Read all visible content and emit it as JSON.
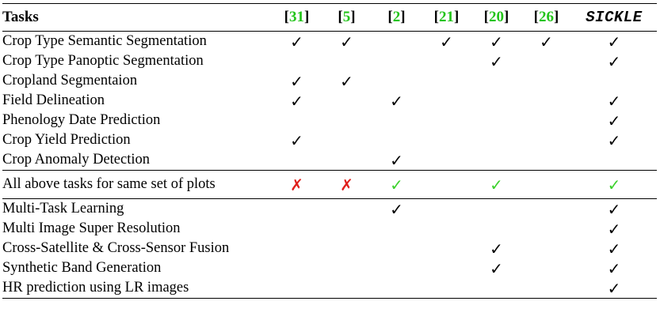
{
  "columns": [
    {
      "key": "tasks",
      "label": "Tasks"
    },
    {
      "key": "c31",
      "open": "[",
      "num": "31",
      "close": "]"
    },
    {
      "key": "c5",
      "open": "[",
      "num": "5",
      "close": "]"
    },
    {
      "key": "c2",
      "open": "[",
      "num": "2",
      "close": "]"
    },
    {
      "key": "c21",
      "open": "[",
      "num": "21",
      "close": "]"
    },
    {
      "key": "c20",
      "open": "[",
      "num": "20",
      "close": "]"
    },
    {
      "key": "c26",
      "open": "[",
      "num": "26",
      "close": "]"
    },
    {
      "key": "sickle",
      "label": "SICKLE"
    }
  ],
  "marks": {
    "check": "✓",
    "cross": "✗"
  },
  "colors": {
    "citation": "#23c41a",
    "green_check": "#3cd12c",
    "red_cross": "#e0201c"
  },
  "sections": [
    {
      "rows": [
        {
          "task": "Crop Type Semantic Segmentation",
          "cells": [
            "check",
            "check",
            "",
            "check",
            "check",
            "check",
            "check"
          ]
        },
        {
          "task": "Crop Type Panoptic Segmentation",
          "cells": [
            "",
            "",
            "",
            "",
            "check",
            "",
            "check"
          ]
        },
        {
          "task": "Cropland Segmentaion",
          "cells": [
            "check",
            "check",
            "",
            "",
            "",
            "",
            ""
          ]
        },
        {
          "task": "Field Delineation",
          "cells": [
            "check",
            "",
            "check",
            "",
            "",
            "",
            "check"
          ]
        },
        {
          "task": "Phenology Date Prediction",
          "cells": [
            "",
            "",
            "",
            "",
            "",
            "",
            "check"
          ]
        },
        {
          "task": "Crop Yield Prediction",
          "cells": [
            "check",
            "",
            "",
            "",
            "",
            "",
            "check"
          ]
        },
        {
          "task": "Crop Anomaly Detection",
          "cells": [
            "",
            "",
            "check",
            "",
            "",
            "",
            ""
          ]
        }
      ]
    },
    {
      "rows": [
        {
          "task": "All above tasks for same set of plots",
          "cells": [
            "cross",
            "cross",
            "green",
            "",
            "green",
            "",
            "green"
          ]
        }
      ]
    },
    {
      "rows": [
        {
          "task": "Multi-Task Learning",
          "cells": [
            "",
            "",
            "check",
            "",
            "",
            "",
            "check"
          ]
        },
        {
          "task": "Multi Image Super Resolution",
          "cells": [
            "",
            "",
            "",
            "",
            "",
            "",
            "check"
          ]
        },
        {
          "task": "Cross-Satellite & Cross-Sensor Fusion",
          "cells": [
            "",
            "",
            "",
            "",
            "check",
            "",
            "check"
          ]
        },
        {
          "task": "Synthetic Band Generation",
          "cells": [
            "",
            "",
            "",
            "",
            "check",
            "",
            "check"
          ]
        },
        {
          "task": "HR prediction using LR images",
          "cells": [
            "",
            "",
            "",
            "",
            "",
            "",
            "check"
          ]
        }
      ]
    }
  ]
}
